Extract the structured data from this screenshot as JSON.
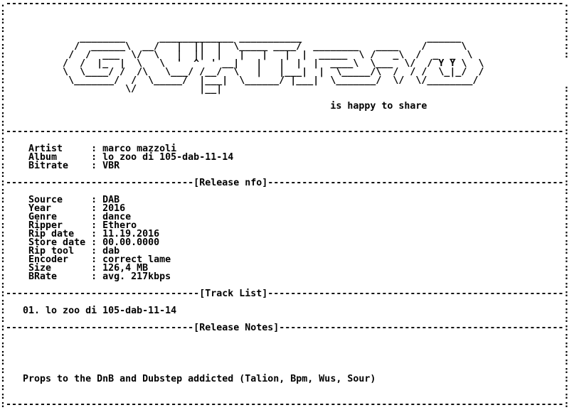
{
  "nfo_lines": [
    ".--------------------------------------------------------------------------------------------------.",
    ":                                                                                                  :",
    ":                                                                                                  :",
    ":                                                                                                  :",
    ":             ________      _____________ ___________                      ______                  :",
    ":            /  ______\\  __/   |  ||  |  \\_____ ____/  ________   ____    /      \\                 :",
    ":           /  /  ___  \\/  \\   |  ||  |   |   |   |  |  _____  \\ /   _\\  /  _  _  \\                :",
    ":          /  /  |_  |  \\   \\  '  ^  ' __|   |   |  |  |  ____\\  \\___  \\/  / Y Y \\  \\               :",
    ":          \\  \\____/ /  /\\   \\___/ /__/  \\   |   |___|  |  \\_____/\\  /  / /  \\_|_/  /               :",
    ":           \\_______/  /  \\_____/  |___|  \\______/ |___|  \\_______/  \\/  \\/________/                 :",
    ":                     \\/           |__|                                                            :",
    ":                                                                                                  :",
    ":                                                         is happy to share                        :",
    ":                                                                                                  :",
    ":                                                                                                  :",
    ":--------------------------------------------------------------------------------------------------:",
    ":                                                                                                  :",
    ":    Artist     : marco mazzoli                                                                    :",
    ":    Album      : lo zoo di 105-dab-11-14                                                          :",
    ":    Bitrate    : VBR                                                                              :",
    ":                                                                                                  :",
    ":---------------------------------[Release nfo]----------------------------------------------------:",
    ":                                                                                                  :",
    ":    Source     : DAB                                                                              :",
    ":    Year       : 2016                                                                             :",
    ":    Genre      : dance                                                                            :",
    ":    Ripper     : Ethero                                                                           :",
    ":    Rip date   : 11.19.2016                                                                       :",
    ":    Store date : 00.00.0000                                                                       :",
    ":    Rip tool   : dab                                                                              :",
    ":    Encoder    : correct lame                                                                     :",
    ":    Size       : 126,4 MB                                                                         :",
    ":    BRate      : avg. 217kbps                                                                     :",
    ":                                                                                                  :",
    ":----------------------------------[Track List]----------------------------------------------------:",
    ":                                                                                                  :",
    ":   01. lo zoo di 105-dab-11-14                                                                    :",
    ":                                                                                                  :",
    ":---------------------------------[Release Notes]--------------------------------------------------:",
    ":                                                                                                  :",
    ":                                                                                                  :",
    ":                                                                                                  :",
    ":                                                                                                  :",
    ":                                                                                                  :",
    ":   Props to the DnB and Dubstep addicted (Talion, Bpm, Wus, Sour)                                 :",
    ":                                                                                                  :",
    ":                                                                                                  :",
    ":--------------------------------------------------------------------------------------------------:"
  ]
}
